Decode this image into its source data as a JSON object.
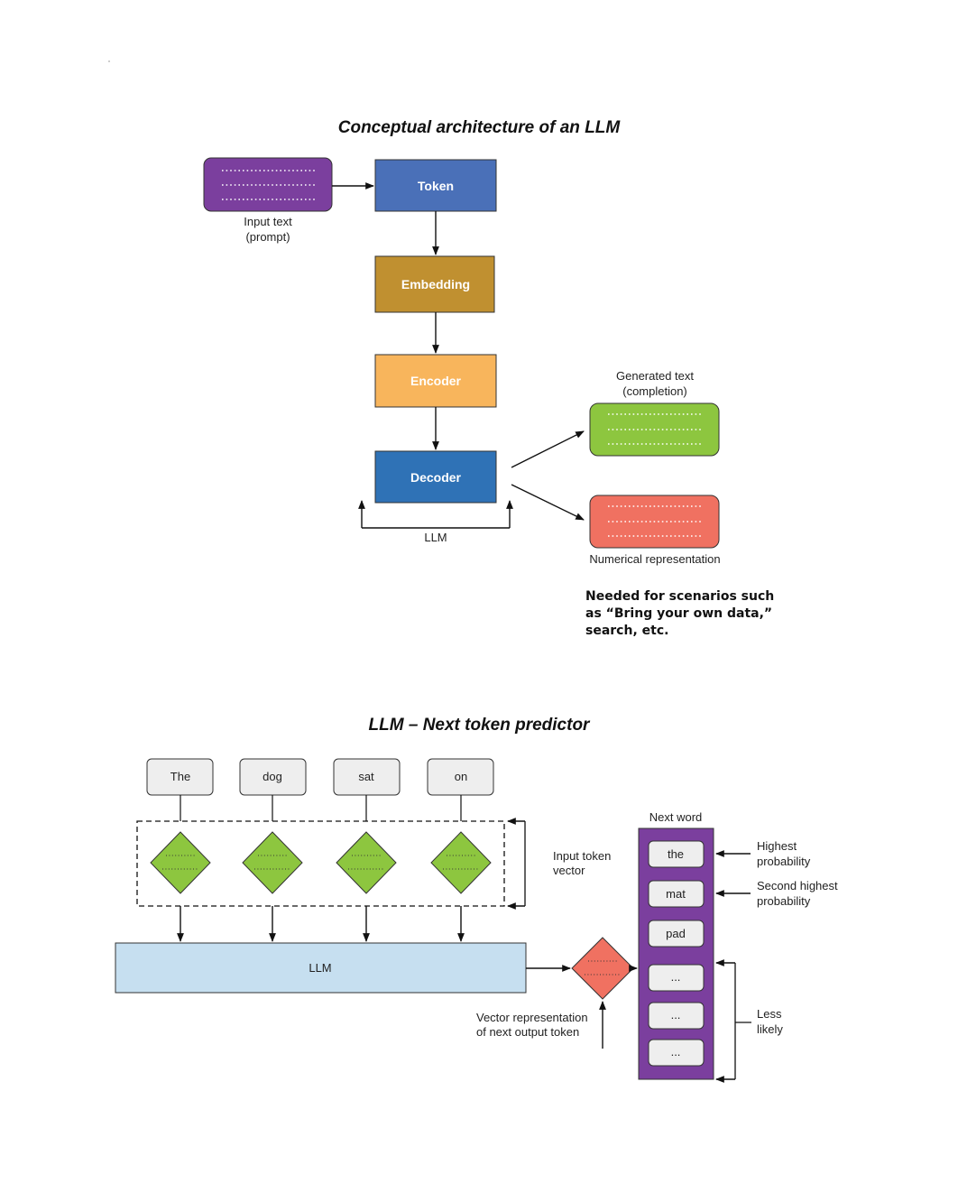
{
  "top": {
    "title": "Conceptual architecture of an LLM",
    "input_label_1": "Input text",
    "input_label_2": "(prompt)",
    "token": "Token",
    "embedding": "Embedding",
    "encoder": "Encoder",
    "decoder": "Decoder",
    "llm_label": "LLM",
    "generated_label_1": "Generated text",
    "generated_label_2": "(completion)",
    "numerical_label": "Numerical representation",
    "note_1": "Needed for scenarios such",
    "note_2": "as “Bring your own data,”",
    "note_3": "search, etc."
  },
  "bottom": {
    "title": "LLM – Next token predictor",
    "tokens": [
      "The",
      "dog",
      "sat",
      "on"
    ],
    "input_vector_1": "Input token",
    "input_vector_2": "vector",
    "llm": "LLM",
    "vector_rep_1": "Vector representation",
    "vector_rep_2": "of next output token",
    "next_word": "Next word",
    "candidates": [
      "the",
      "mat",
      "pad",
      "...",
      "...",
      "..."
    ],
    "highest_1": "Highest",
    "highest_2": "probability",
    "second_1": "Second highest",
    "second_2": "probability",
    "less_1": "Less",
    "less_2": "likely"
  },
  "colors": {
    "input": "#7b3f9e",
    "token": "#4a70b8",
    "embedding": "#c09030",
    "encoder": "#f8b55c",
    "decoder": "#2f72b6",
    "generated": "#8dc63f",
    "numerical": "#f07161",
    "llm_bar": "#c6dff0",
    "diamond_green": "#8dc63f",
    "diamond_red": "#f07161",
    "next_word_panel": "#7b3f9e",
    "token_box": "#eeeeee"
  }
}
